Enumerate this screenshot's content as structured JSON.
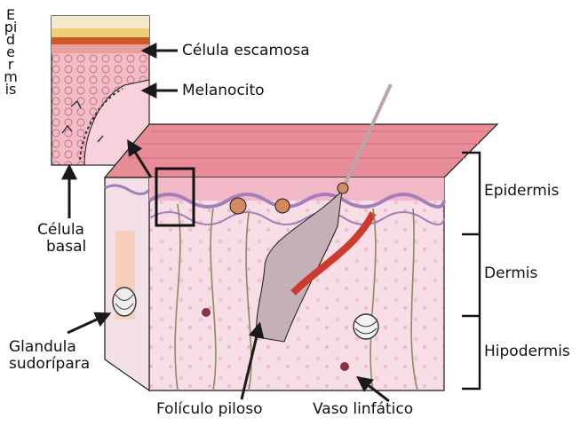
{
  "labels": {
    "epidermis_vertical": "Epidermis",
    "celula_escamosa": "Célula escamosa",
    "melanocito": "Melanocito",
    "celula_basal_1": "Célula",
    "celula_basal_2": "basal",
    "glandula_1": "Glandula",
    "glandula_2": "sudorípara",
    "foliculo": "Folículo piloso",
    "vaso": "Vaso linfático",
    "epidermis": "Epidermis",
    "dermis": "Dermis",
    "hipodermis": "Hipodermis"
  },
  "colors": {
    "outline": "#1a1a1a",
    "epidermis_top": "#e88c98",
    "dermis_face": "#f4d6e2",
    "hypodermis_face": "#f7e6ee",
    "melanin_band": "#a47dbb",
    "hair": "#b8a6ab",
    "vessel": "#cc3b2e",
    "squamous": "#c85a28"
  }
}
